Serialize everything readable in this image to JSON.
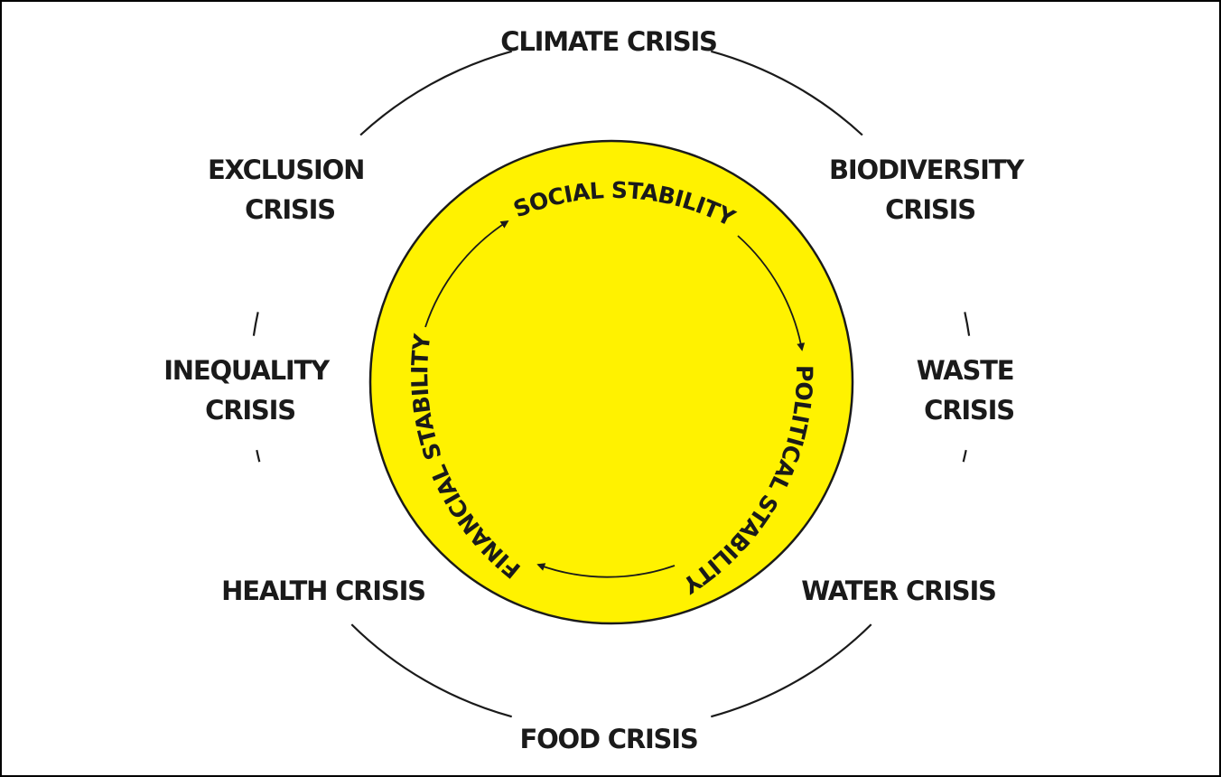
{
  "colors": {
    "ring_stroke": "#1a1a1a",
    "sun_fill": "#fff200",
    "sun_stroke": "#1a1a1a",
    "text": "#1a1a1a",
    "frame": "#000000"
  },
  "outer_ring": {
    "crises": [
      {
        "id": "climate",
        "lines": [
          "CLIMATE CRISIS"
        ]
      },
      {
        "id": "biodiversity",
        "lines": [
          "BIODIVERSITY",
          "CRISIS"
        ]
      },
      {
        "id": "waste",
        "lines": [
          "WASTE",
          "CRISIS"
        ]
      },
      {
        "id": "water",
        "lines": [
          "WATER CRISIS"
        ]
      },
      {
        "id": "food",
        "lines": [
          "FOOD CRISIS"
        ]
      },
      {
        "id": "health",
        "lines": [
          "HEALTH CRISIS"
        ]
      },
      {
        "id": "inequality",
        "lines": [
          "INEQUALITY",
          "CRISIS"
        ]
      },
      {
        "id": "exclusion",
        "lines": [
          "EXCLUSION",
          "CRISIS"
        ]
      }
    ]
  },
  "inner_circle": {
    "stabilities": [
      {
        "id": "social",
        "label": "SOCIAL STABILITY"
      },
      {
        "id": "political",
        "label": "POLITICAL STABILITY"
      },
      {
        "id": "financial",
        "label": "FINANCIAL STABILITY"
      }
    ]
  }
}
